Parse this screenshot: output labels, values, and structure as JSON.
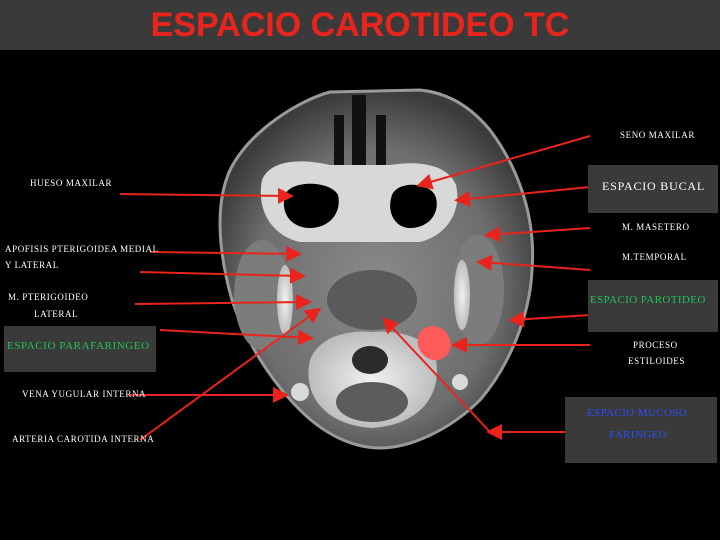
{
  "title": "ESPACIO CAROTIDEO TC",
  "colors": {
    "title": "#e8241c",
    "arrow": "#e8241c",
    "espacio_parotideo": "#22c35a",
    "espacio_mucoso": "#2a4dff",
    "highlight": "#ff5a5a"
  },
  "labels": {
    "seno_maxilar": "SENO MAXILAR",
    "espacio_bucal": "ESPACIO BUCAL",
    "hueso_maxilar": "HUESO MAXILAR",
    "m_masetero": "M. MASETERO",
    "apofisis_line1": "APOFISIS PTERIGOIDEA MEDIAL",
    "apofisis_line2": "Y LATERAL",
    "m_temporal": "M.TEMPORAL",
    "pterigoideo_line1": "M. PTERIGOIDEO",
    "pterigoideo_line2": "LATERAL",
    "espacio_parotideo": "ESPACIO PAROTIDEO",
    "espacio_parafaringeo": "ESPACIO PARAFARINGEO",
    "proceso_line1": "PROCESO",
    "proceso_line2": "ESTILOIDES",
    "vena_yugular": "VENA YUGULAR INTERNA",
    "arteria_carotida": "ARTERIA CAROTIDA INTERNA",
    "mucoso_line1": "ESPACIO MUCOSO",
    "mucoso_line2": "FARINGEO"
  }
}
